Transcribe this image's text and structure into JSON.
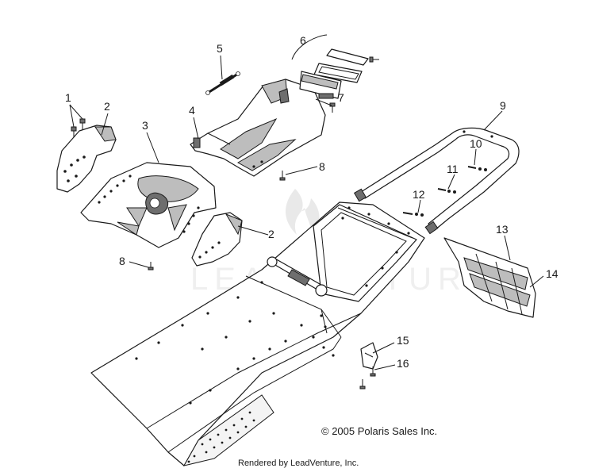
{
  "callouts": [
    {
      "id": "c1",
      "label": "1"
    },
    {
      "id": "c2a",
      "label": "2"
    },
    {
      "id": "c2b",
      "label": "2"
    },
    {
      "id": "c3",
      "label": "3"
    },
    {
      "id": "c4",
      "label": "4"
    },
    {
      "id": "c5",
      "label": "5"
    },
    {
      "id": "c6",
      "label": "6"
    },
    {
      "id": "c7",
      "label": "7"
    },
    {
      "id": "c8a",
      "label": "8"
    },
    {
      "id": "c8b",
      "label": "8"
    },
    {
      "id": "c9",
      "label": "9"
    },
    {
      "id": "c10",
      "label": "10"
    },
    {
      "id": "c11",
      "label": "11"
    },
    {
      "id": "c12",
      "label": "12"
    },
    {
      "id": "c13",
      "label": "13"
    },
    {
      "id": "c14",
      "label": "14"
    },
    {
      "id": "c15",
      "label": "15"
    },
    {
      "id": "c16",
      "label": "16"
    }
  ],
  "copyright": "© 2005 Polaris Sales Inc.",
  "footer": "Rendered by LeadVenture, Inc.",
  "watermark": "LEADVENTURE"
}
